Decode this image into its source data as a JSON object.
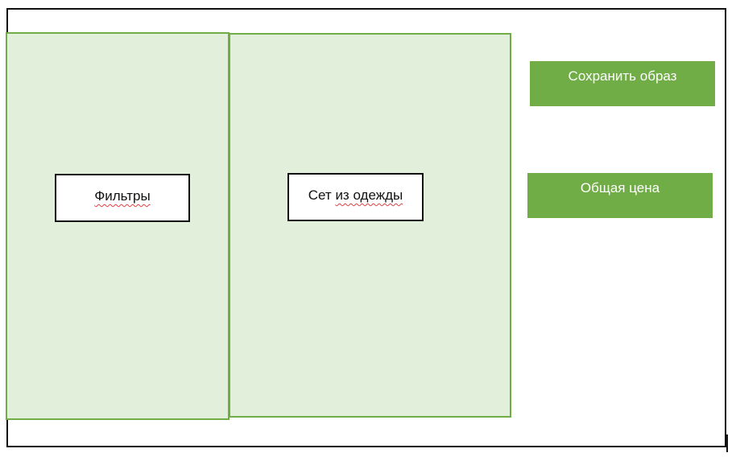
{
  "panels": {
    "filters": {
      "label": "Фильтры"
    },
    "outfit": {
      "label_part1": "Сет",
      "label_part2": "из одежды"
    }
  },
  "actions": {
    "save_label": "Сохранить образ",
    "total_label": "Общая цена"
  },
  "colors": {
    "accent": "#70ad47",
    "panel_fill": "#e2efda",
    "frame_border": "#111111"
  }
}
